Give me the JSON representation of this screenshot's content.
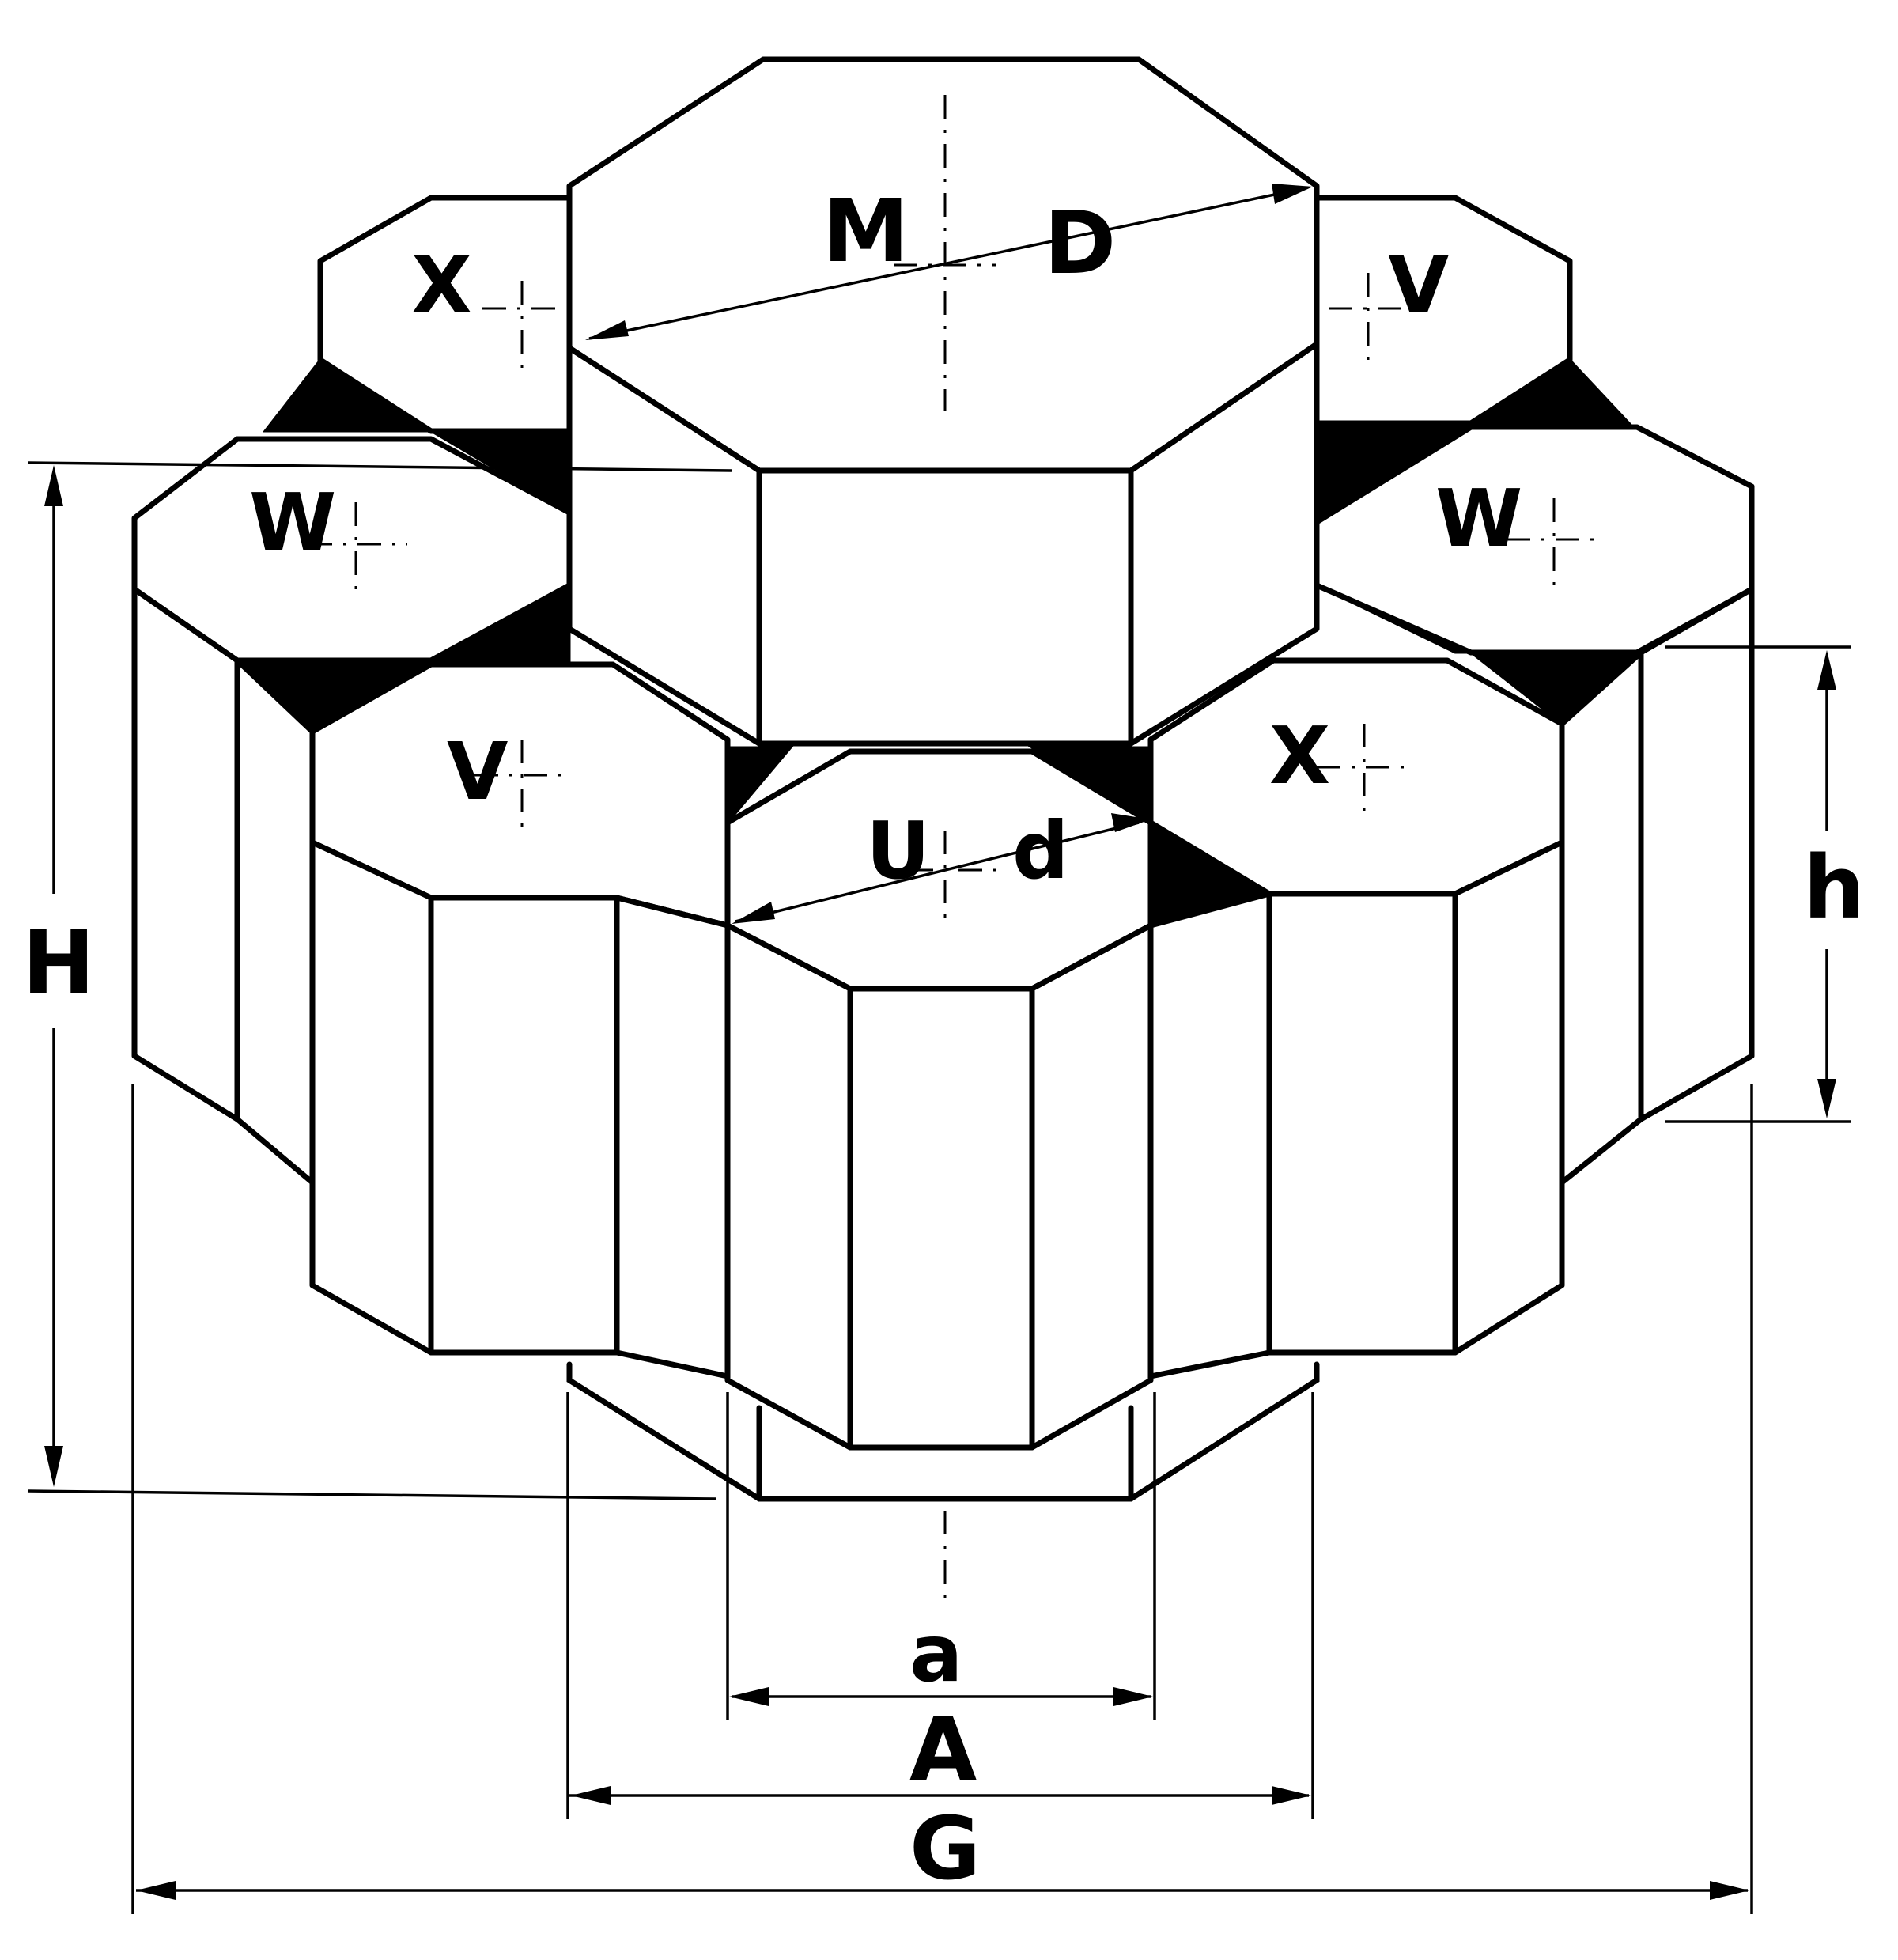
{
  "diagram": {
    "cells": [
      {
        "id": "M",
        "label": "M"
      },
      {
        "id": "U",
        "label": "U"
      },
      {
        "id": "V-left",
        "label": "V"
      },
      {
        "id": "V-right",
        "label": "V"
      },
      {
        "id": "W-left",
        "label": "W"
      },
      {
        "id": "W-right",
        "label": "W"
      },
      {
        "id": "X-left",
        "label": "X"
      },
      {
        "id": "X-right",
        "label": "X"
      }
    ],
    "dimensions": {
      "D": "D",
      "d": "d",
      "H": "H",
      "h": "h",
      "a": "a",
      "A": "A",
      "G": "G"
    },
    "colors": {
      "ink": "#000000",
      "paper": "#ffffff"
    }
  }
}
